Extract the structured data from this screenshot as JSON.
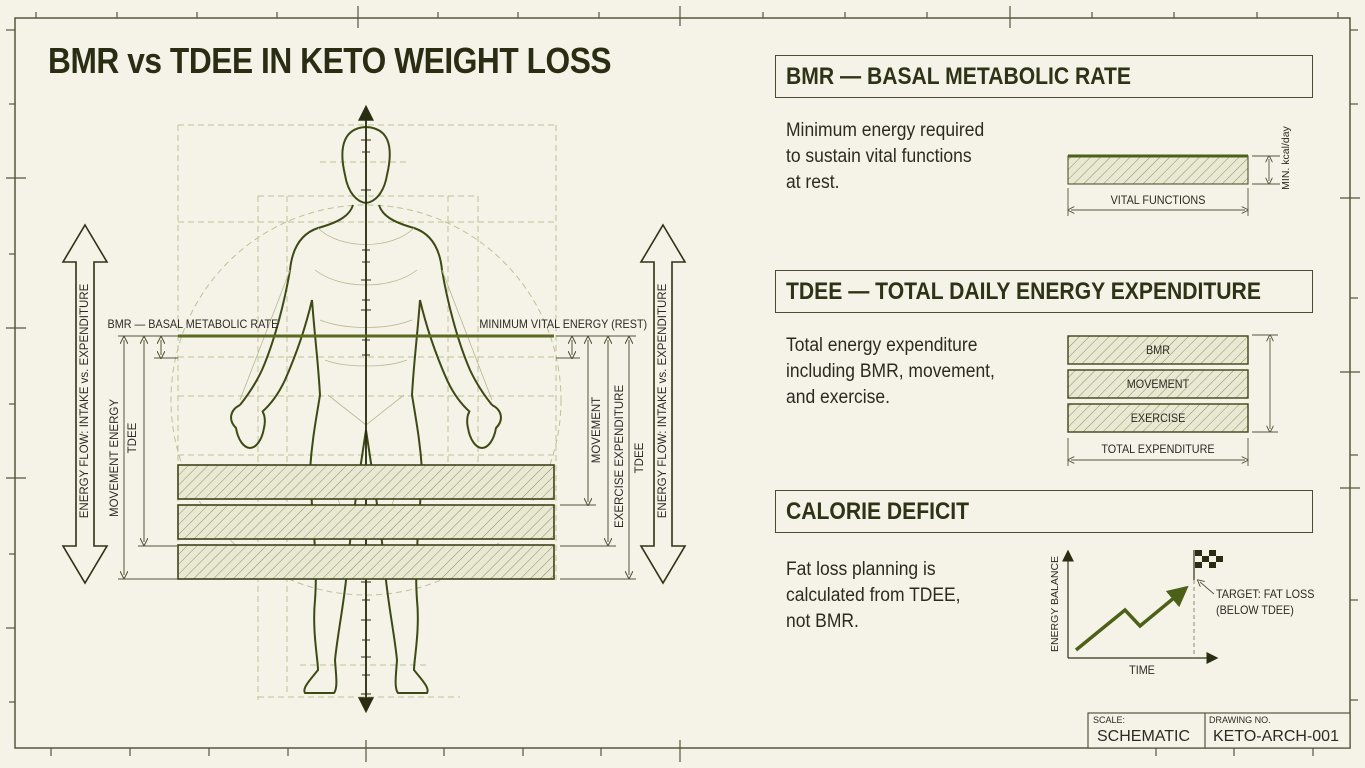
{
  "title": "BMR vs TDEE IN KETO WEIGHT LOSS",
  "colors": {
    "background": "#f5f2e8",
    "ink": "#2a2d12",
    "accent_olive": "#556b1f",
    "hatch_fill": "#e6e6cf",
    "construction_line": "#b9bb8f"
  },
  "figure": {
    "bmr_line_label_left": "BMR — BASAL METABOLIC RATE",
    "bmr_line_label_right": "MINIMUM VITAL ENERGY (REST)",
    "left_arrow_label": "ENERGY FLOW: INTAKE vs. EXPENDITURE",
    "right_arrow_label": "ENERGY FLOW: INTAKE vs. EXPENDITURE",
    "left_dim_labels": [
      "MOVEMENT ENERGY",
      "TDEE"
    ],
    "right_dim_labels": [
      "MOVEMENT",
      "EXERCISE EXPENDITURE",
      "TDEE"
    ],
    "bands": [
      "band-1",
      "band-2",
      "band-3"
    ]
  },
  "panels": {
    "bmr": {
      "heading": "BMR — BASAL METABOLIC RATE",
      "description": [
        "Minimum energy required",
        "to sustain vital functions",
        "at rest."
      ],
      "diagram": {
        "bar_label": "VITAL FUNCTIONS",
        "side_label": "MIN. kcal/day"
      }
    },
    "tdee": {
      "heading": "TDEE — TOTAL DAILY ENERGY EXPENDITURE",
      "description": [
        "Total energy expenditure",
        "including BMR, movement,",
        "and exercise."
      ],
      "diagram": {
        "stack": [
          "BMR",
          "MOVEMENT",
          "EXERCISE"
        ],
        "total_label": "TOTAL EXPENDITURE"
      }
    },
    "deficit": {
      "heading": "CALORIE DEFICIT",
      "description": [
        "Fat loss planning is",
        "calculated from TDEE,",
        "not BMR."
      ],
      "chart": {
        "y_label": "ENERGY BALANCE",
        "x_label": "TIME",
        "target_label_1": "TARGET: FAT LOSS",
        "target_label_2": "(BELOW TDEE)"
      }
    }
  },
  "title_block": {
    "scale_label": "SCALE:",
    "scale_value": "SCHEMATIC",
    "drawing_label": "DRAWING NO.",
    "drawing_value": "KETO-ARCH-001"
  }
}
